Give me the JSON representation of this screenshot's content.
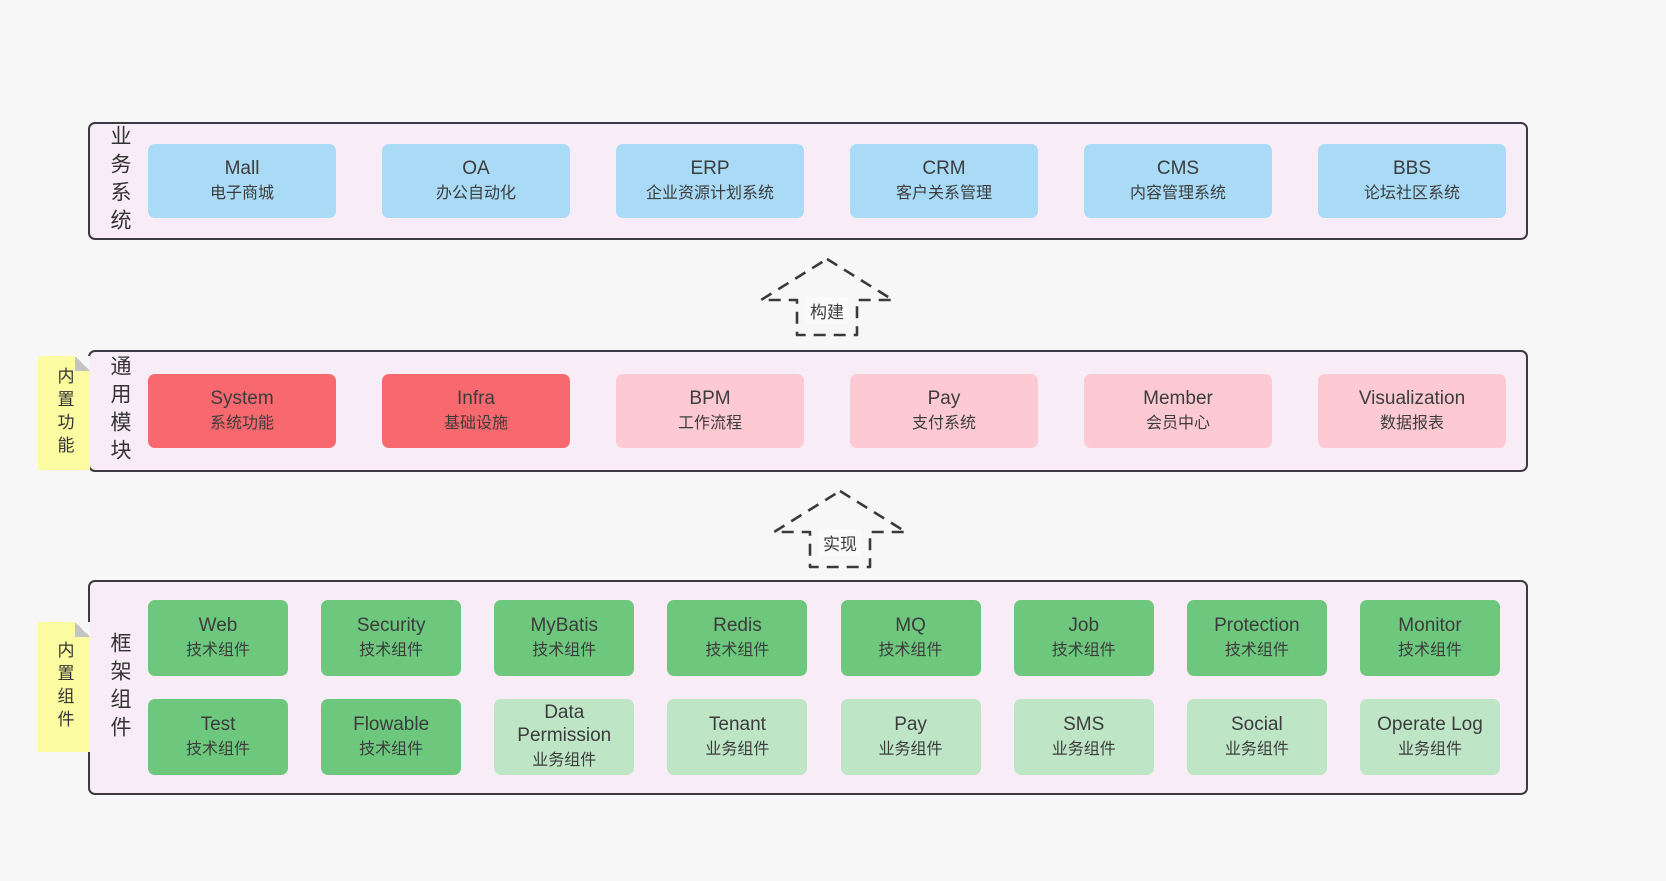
{
  "diagram": {
    "sections": {
      "business": {
        "label": "业务系统",
        "boxes": [
          {
            "name": "Mall",
            "desc": "电子商城"
          },
          {
            "name": "OA",
            "desc": "办公自动化"
          },
          {
            "name": "ERP",
            "desc": "企业资源计划系统"
          },
          {
            "name": "CRM",
            "desc": "客户关系管理"
          },
          {
            "name": "CMS",
            "desc": "内容管理系统"
          },
          {
            "name": "BBS",
            "desc": "论坛社区系统"
          }
        ]
      },
      "modules": {
        "label": "通用模块",
        "tag": "内置功能",
        "boxes": [
          {
            "name": "System",
            "desc": "系统功能",
            "variant": "red"
          },
          {
            "name": "Infra",
            "desc": "基础设施",
            "variant": "red"
          },
          {
            "name": "BPM",
            "desc": "工作流程",
            "variant": "pink"
          },
          {
            "name": "Pay",
            "desc": "支付系统",
            "variant": "pink"
          },
          {
            "name": "Member",
            "desc": "会员中心",
            "variant": "pink"
          },
          {
            "name": "Visualization",
            "desc": "数据报表",
            "variant": "pink"
          }
        ]
      },
      "framework": {
        "label": "框架组件",
        "tag": "内置组件",
        "row1": [
          {
            "name": "Web",
            "desc": "技术组件"
          },
          {
            "name": "Security",
            "desc": "技术组件"
          },
          {
            "name": "MyBatis",
            "desc": "技术组件"
          },
          {
            "name": "Redis",
            "desc": "技术组件"
          },
          {
            "name": "MQ",
            "desc": "技术组件"
          },
          {
            "name": "Job",
            "desc": "技术组件"
          },
          {
            "name": "Protection",
            "desc": "技术组件"
          },
          {
            "name": "Monitor",
            "desc": "技术组件"
          }
        ],
        "row2": [
          {
            "name": "Test",
            "desc": "技术组件",
            "variant": "green"
          },
          {
            "name": "Flowable",
            "desc": "技术组件",
            "variant": "green"
          },
          {
            "name": "Data Permission",
            "desc": "业务组件",
            "variant": "lightgreen"
          },
          {
            "name": "Tenant",
            "desc": "业务组件",
            "variant": "lightgreen"
          },
          {
            "name": "Pay",
            "desc": "业务组件",
            "variant": "lightgreen"
          },
          {
            "name": "SMS",
            "desc": "业务组件",
            "variant": "lightgreen"
          },
          {
            "name": "Social",
            "desc": "业务组件",
            "variant": "lightgreen"
          },
          {
            "name": "Operate Log",
            "desc": "业务组件",
            "variant": "lightgreen"
          }
        ]
      }
    },
    "arrows": {
      "build": "构建",
      "implement": "实现"
    },
    "colors": {
      "blue": "#a9daf6",
      "red": "#f7696e",
      "pink": "#fdcad4",
      "green": "#6dc87e",
      "light_green": "#bee5c6",
      "container_bg": "#f8edf6",
      "tag_yellow": "#fbfba1",
      "page_bg": "#f7f7f7",
      "border": "#3c3a40"
    }
  }
}
